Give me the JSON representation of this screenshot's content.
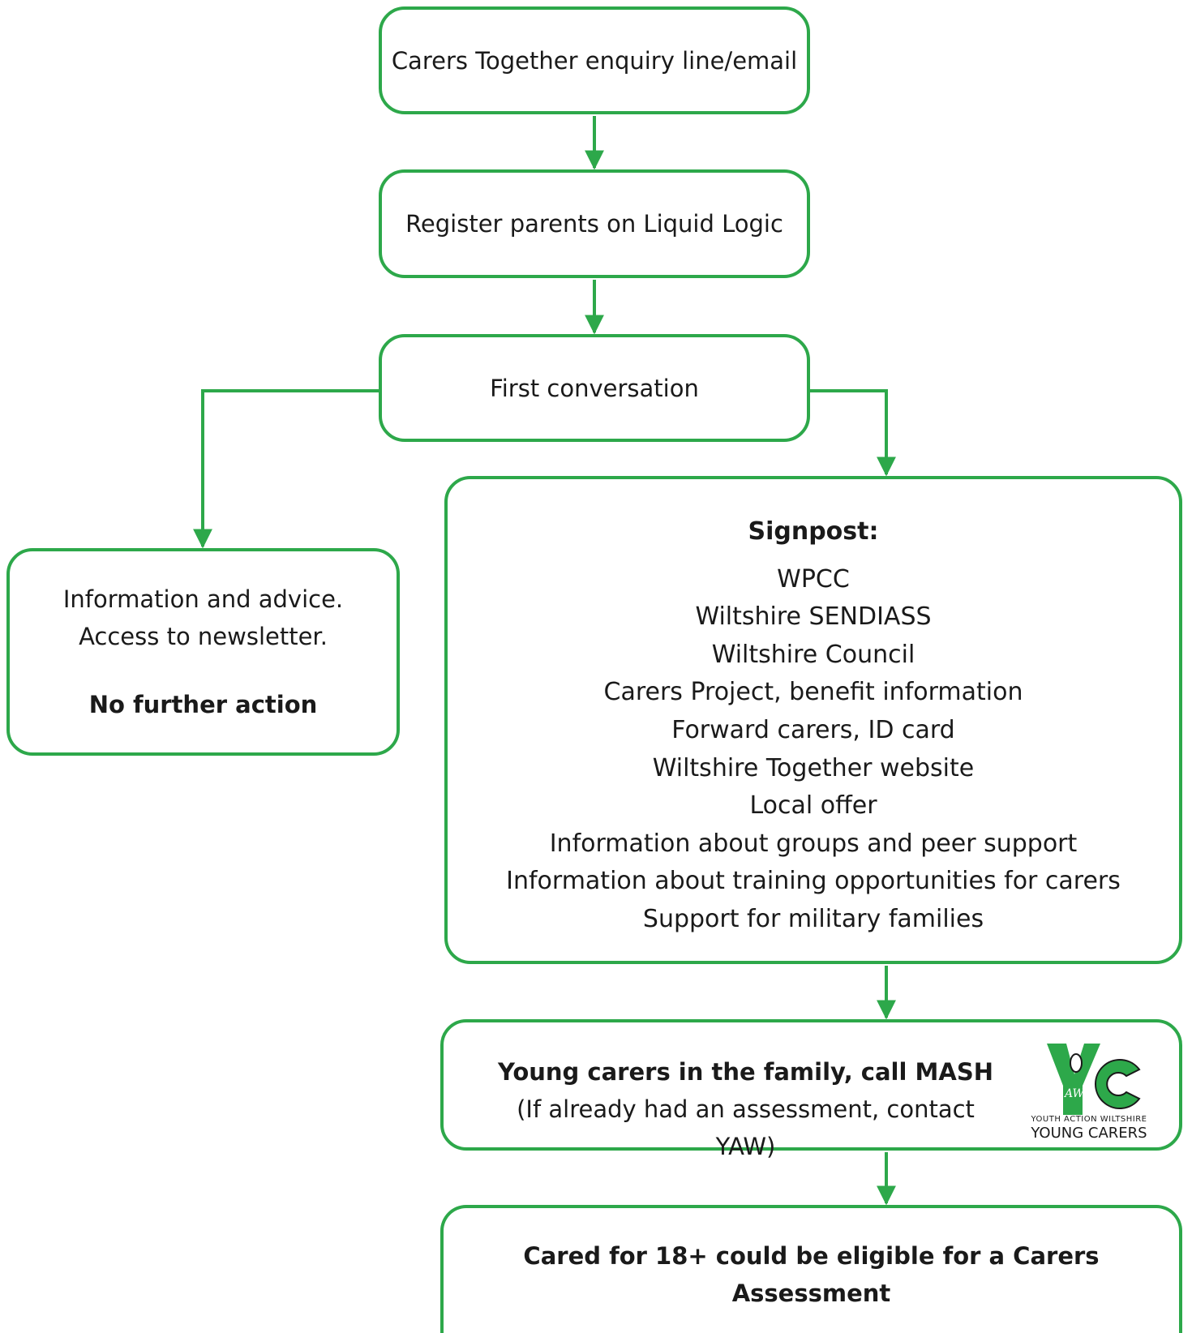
{
  "nodes": {
    "enquiry": {
      "label": "Carers Together enquiry line/email"
    },
    "register": {
      "label": "Register parents on Liquid Logic"
    },
    "conversation": {
      "label": "First conversation"
    },
    "info": {
      "line1": "Information and advice.",
      "line2": "Access to newsletter.",
      "line3": "No further action"
    },
    "signpost": {
      "heading": "Signpost:",
      "items": [
        "WPCC",
        "Wiltshire SENDIASS",
        "Wiltshire Council",
        "Carers Project, benefit information",
        "Forward carers, ID card",
        "Wiltshire Together website",
        "Local offer",
        "Information about groups and peer support",
        "Information about training opportunities for carers",
        "Support for military families"
      ]
    },
    "young_carers": {
      "line1": "Young carers in the family, call MASH",
      "line2": "(If already had an assessment, contact YAW)",
      "logo": {
        "letters": "YC",
        "small_text": "YOUTH ACTION WILTSHIRE",
        "big_text": "YOUNG CARERS"
      }
    },
    "assessment": {
      "label": "Cared for 18+ could be eligible for a Carers Assessment"
    }
  },
  "colors": {
    "accent": "#2da84a",
    "text": "#1a1a1a"
  }
}
